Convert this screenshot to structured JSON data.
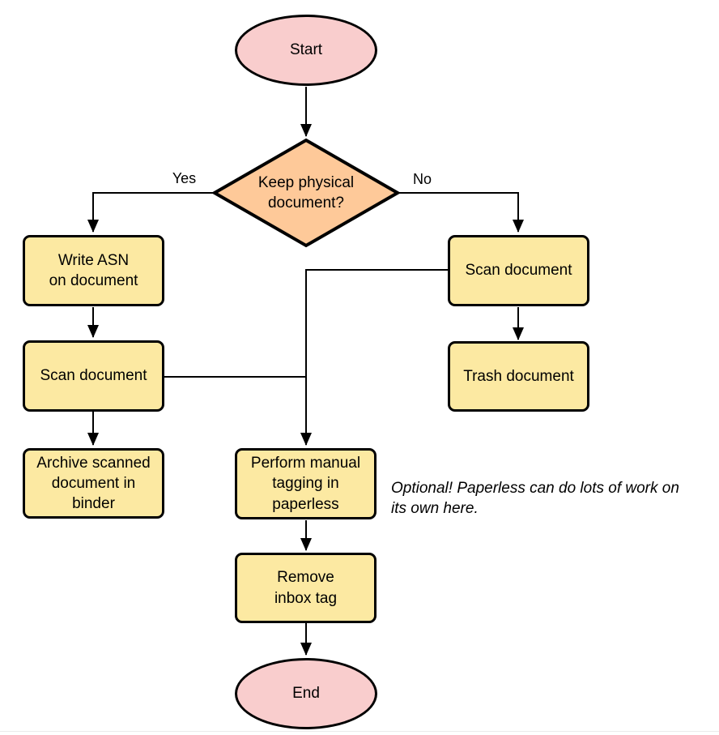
{
  "diagram": {
    "type": "flowchart",
    "nodes": {
      "start": {
        "label": "Start",
        "shape": "ellipse"
      },
      "decision": {
        "label": "Keep physical\ndocument?",
        "shape": "diamond"
      },
      "write_asn": {
        "label": "Write ASN\non document",
        "shape": "process"
      },
      "scan_left": {
        "label": "Scan document",
        "shape": "process"
      },
      "archive": {
        "label": "Archive scanned\ndocument in\nbinder",
        "shape": "process"
      },
      "scan_right": {
        "label": "Scan document",
        "shape": "process"
      },
      "trash": {
        "label": "Trash document",
        "shape": "process"
      },
      "tagging": {
        "label": "Perform manual\ntagging in\npaperless",
        "shape": "process"
      },
      "remove_inbox": {
        "label": "Remove\ninbox tag",
        "shape": "process"
      },
      "end": {
        "label": "End",
        "shape": "ellipse"
      }
    },
    "edge_labels": {
      "yes": "Yes",
      "no": "No"
    },
    "note": "Optional! Paperless can do lots of work on\nits own here.",
    "edges": [
      "start -> decision",
      "decision -> write_asn (Yes)",
      "decision -> scan_right (No)",
      "write_asn -> scan_left",
      "scan_left -> archive",
      "scan_left -> tagging",
      "scan_right -> trash",
      "scan_right -> tagging",
      "tagging -> remove_inbox",
      "remove_inbox -> end"
    ],
    "colors": {
      "terminal_fill": "#f9cdcd",
      "decision_fill": "#fec999",
      "process_fill": "#fce9a2",
      "stroke": "#000000",
      "background": "#ffffff"
    }
  }
}
